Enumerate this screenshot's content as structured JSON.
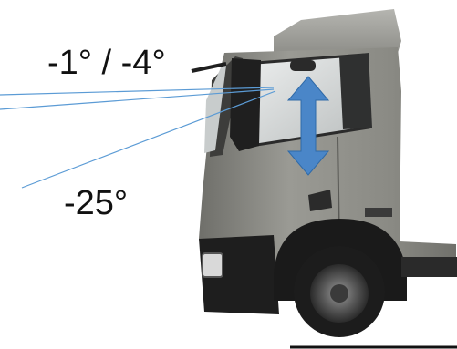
{
  "labels": {
    "upper_angles": "-1° / -4°",
    "lower_angle": "-25°"
  },
  "colors": {
    "sight_line": "#5b9bd5",
    "arrow": "#4a86c8",
    "cab_body": "#8a8a85",
    "cab_dark": "#2b2b2b",
    "background": "#ffffff"
  },
  "icons": {
    "arrow": "double-vertical-arrow-icon",
    "truck": "truck-cab-illustration"
  }
}
